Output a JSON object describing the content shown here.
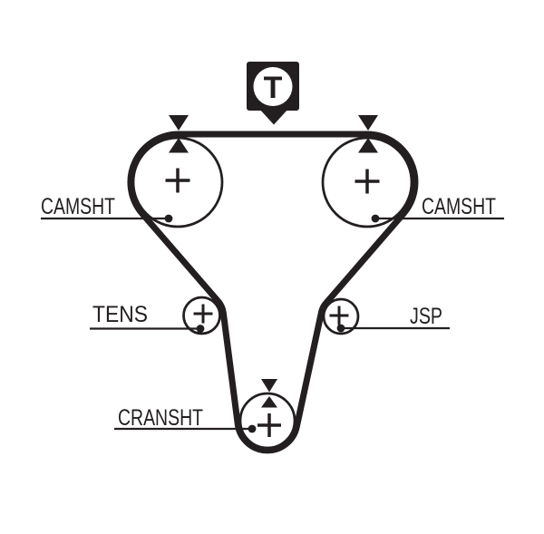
{
  "diagram": {
    "type": "timing-belt-routing-diagram",
    "timing_tag": "T",
    "labels": {
      "camshaft_left": "CAMSHT",
      "camshaft_right": "CAMSHT",
      "tensioner": "TENS",
      "idler": "JSP",
      "crankshaft": "CRANSHT"
    },
    "colors": {
      "ink": "#231f20",
      "background": "#ffffff",
      "tag_circle": "#ffffff"
    }
  }
}
